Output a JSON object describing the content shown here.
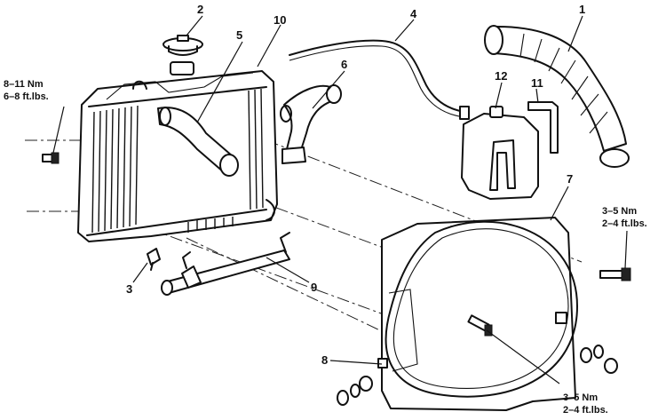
{
  "callouts": {
    "c1": "1",
    "c2": "2",
    "c3": "3",
    "c4": "4",
    "c5": "5",
    "c6": "6",
    "c7": "7",
    "c8": "8",
    "c9": "9",
    "c10": "10",
    "c11": "11",
    "c12": "12"
  },
  "torque_specs": {
    "left_nm": "8–11 Nm",
    "left_ftlbs": "6–8 ft.lbs.",
    "right_nm": "3–5 Nm",
    "right_ftlbs": "2–4 ft.lbs.",
    "bottom_nm": "3–5 Nm",
    "bottom_ftlbs": "2–4 ft.lbs."
  }
}
